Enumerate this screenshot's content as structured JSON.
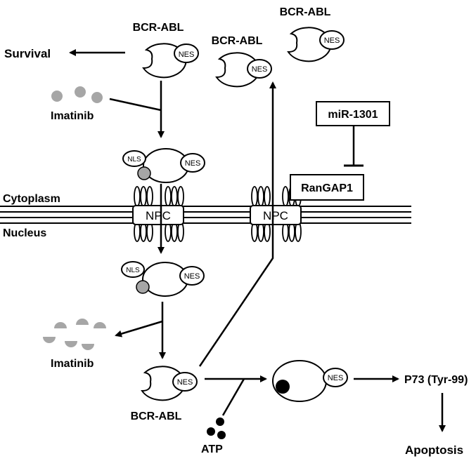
{
  "labels": {
    "survival": "Survival",
    "imatinib_top": "Imatinib",
    "imatinib_bottom": "Imatinib",
    "cytoplasm": "Cytoplasm",
    "nucleus": "Nucleus",
    "npc_left": "NPC",
    "npc_right": "NPC",
    "mir": "miR-1301",
    "rangap": "RanGAP1",
    "atp": "ATP",
    "p73": "P73 (Tyr-99)",
    "apoptosis": "Apoptosis"
  },
  "proteins": {
    "top": {
      "name": "BCR-ABL",
      "nes": "NES"
    },
    "exported_left": {
      "name": "BCR-ABL",
      "nes": "NES"
    },
    "exported_right": {
      "name": "BCR-ABL",
      "nes": "NES"
    },
    "cyto_bound": {
      "nls": "NLS",
      "nes": "NES"
    },
    "nuc_bound": {
      "nls": "NLS",
      "nes": "NES"
    },
    "nuc_free": {
      "name": "BCR-ABL",
      "nes": "NES"
    },
    "atp_bound": {
      "nes": "NES"
    }
  },
  "colors": {
    "imatinib": "#a6a6a6",
    "atp": "#000000",
    "line": "#000000"
  }
}
